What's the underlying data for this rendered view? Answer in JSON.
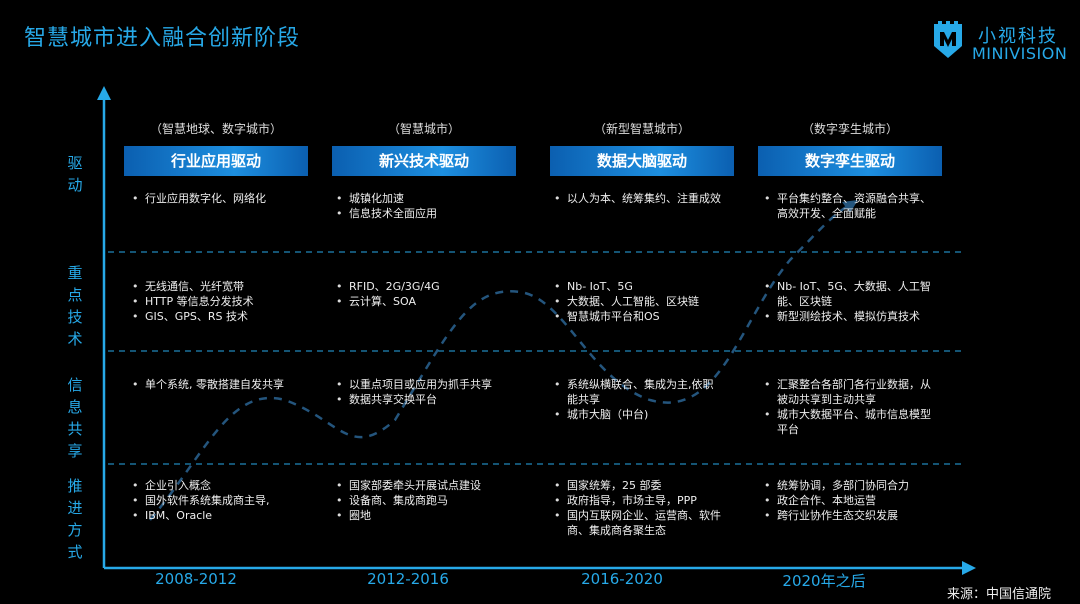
{
  "title": "智慧城市进入融合创新阶段",
  "logo": {
    "cn": "小视科技",
    "en": "MINIVISION"
  },
  "row_labels": [
    "驱动",
    "重点技术",
    "信息共享",
    "推进方式"
  ],
  "columns": [
    {
      "phase": "（智慧地球、数字城市）",
      "driver": "行业应用驱动",
      "year": "2008-2012",
      "rows": [
        [
          "行业应用数字化、网络化"
        ],
        [
          "无线通信、光纤宽带",
          "HTTP 等信息分发技术",
          "GIS、GPS、RS 技术"
        ],
        [
          "单个系统, 零散搭建自发共享"
        ],
        [
          "企业引入概念",
          "国外软件系统集成商主导,",
          "IBM、Oracle"
        ]
      ]
    },
    {
      "phase": "（智慧城市）",
      "driver": "新兴技术驱动",
      "year": "2012-2016",
      "rows": [
        [
          "城镇化加速",
          "信息技术全面应用"
        ],
        [
          "RFID、2G/3G/4G",
          "云计算、SOA"
        ],
        [
          "以重点项目或应用为抓手共享",
          "数据共享交换平台"
        ],
        [
          "国家部委牵头开展试点建设",
          "设备商、集成商跑马",
          "圈地"
        ]
      ]
    },
    {
      "phase": "（新型智慧城市）",
      "driver": "数据大脑驱动",
      "year": "2016-2020",
      "rows": [
        [
          "以人为本、统筹集约、注重成效"
        ],
        [
          "Nb- IoT、5G",
          "大数据、人工智能、区块链",
          "智慧城市平台和OS"
        ],
        [
          "系统纵横联合、集成为主,依职能共享",
          "城市大脑（中台)"
        ],
        [
          "国家统筹，25 部委",
          "政府指导，市场主导，PPP",
          "国内互联网企业、运营商、软件商、集成商各聚生态"
        ]
      ]
    },
    {
      "phase": "（数字孪生城市）",
      "driver": "数字孪生驱动",
      "year": "2020年之后",
      "rows": [
        [
          "平台集约整合、资源融合共享、高效开发、全面赋能"
        ],
        [
          "Nb- IoT、5G、大数据、人工智能、区块链",
          "新型测绘技术、模拟仿真技术"
        ],
        [
          "汇聚整合各部门各行业数据，从被动共享到主动共享",
          "城市大数据平台、城市信息模型平台"
        ],
        [
          "统筹协调，多部门协同合力",
          "政企合作、本地运营",
          "跨行业协作生态交织发展"
        ]
      ]
    }
  ],
  "source": "来源：中国信通院",
  "colors": {
    "accent": "#27a9e8",
    "driver_bg": "#1d8fe0",
    "background": "#000000"
  }
}
